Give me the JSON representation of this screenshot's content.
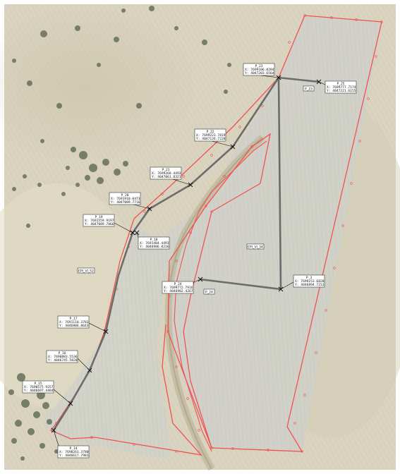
{
  "map": {
    "colors": {
      "background": "#ffffff",
      "aerial_base": "#d9d3bf",
      "plot_fill": "#cfd1cc",
      "boundary": "#ef5350",
      "road": "#6c6c6c",
      "tree": "#56614e",
      "label_bg": "#ffffff",
      "label_text": "#111111",
      "leader": "#111111"
    },
    "points": [
      {
        "id": "P_23",
        "lines": [
          "P_23",
          "X: 7699106.0284",
          "Y: 4047203.6564"
        ]
      },
      {
        "id": "P_25",
        "lines": [
          "P_25",
          "X: 7699777.7174",
          "Y: 4047221.6155"
        ]
      },
      {
        "id": "P_22",
        "lines": [
          "P_22",
          "X: 7699223.7819",
          "Y: 4047126.7228"
        ]
      },
      {
        "id": "P_21",
        "lines": [
          "P_21",
          "X: 7699268.4493",
          "Y: 4047061.8321"
        ]
      },
      {
        "id": "P_20",
        "lines": [
          "P_20",
          "X: 7691910.0473",
          "Y: 4047089.7716"
        ]
      },
      {
        "id": "P_19",
        "lines": [
          "P_19",
          "X: 7691559.9197",
          "Y: 4047089.7866"
        ]
      },
      {
        "id": "P_18",
        "lines": [
          "P_18",
          "X: 7691484.4493",
          "Y: 4046986.8216"
        ]
      },
      {
        "id": "P_17",
        "lines": [
          "P_17",
          "X: 7691110.3783",
          "Y: 4046806.8643"
        ]
      },
      {
        "id": "P_16",
        "lines": [
          "P_16",
          "X: 7690883.5536",
          "Y: 4046745.5820"
        ]
      },
      {
        "id": "P_15",
        "lines": [
          "P_15",
          "X: 7690575.9257",
          "Y: 4046697.4484"
        ]
      },
      {
        "id": "P_14",
        "lines": [
          "P_14",
          "X: 7690261.3780",
          "Y: 4046617.7981"
        ]
      },
      {
        "id": "P_24",
        "lines": [
          "P_24",
          "X: 7699772.7916",
          "Y: 4046902.4267"
        ]
      },
      {
        "id": "P_3",
        "lines": [
          "P_3",
          "X: 7699153.6828",
          "Y: 4046894.7231"
        ]
      }
    ],
    "tags": [
      {
        "id": "P_24_tag",
        "text": "P_24"
      },
      {
        "id": "P_23_tag",
        "text": "P_23"
      },
      {
        "id": "epi_vi_34",
        "text": "EPI_VI_34"
      },
      {
        "id": "epi_vi_52",
        "text": "EPI_VI_52"
      }
    ]
  }
}
